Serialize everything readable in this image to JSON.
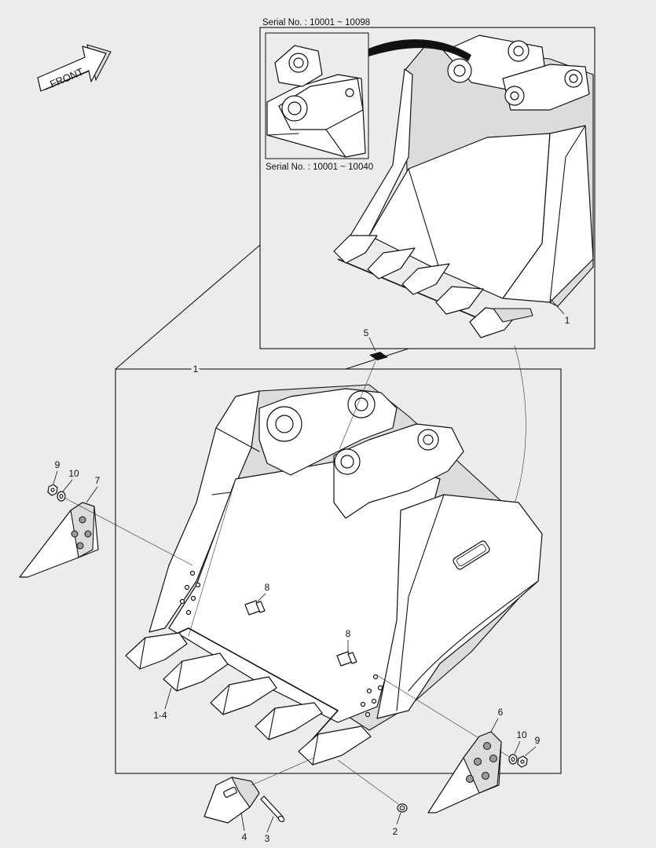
{
  "front_label": "FRONT",
  "serial_top": "Serial No. : 10001 ~ 10098",
  "serial_inset": "Serial No. : 10001 ~ 10040",
  "callouts": {
    "c1_top": "1",
    "c1_main": "1",
    "c5": "5",
    "c9_left": "9",
    "c10_left": "10",
    "c7": "7",
    "c8_left": "8",
    "c8_right": "8",
    "c1_4": "1-4",
    "c6": "6",
    "c10_right": "10",
    "c9_right": "9",
    "c4": "4",
    "c3": "3",
    "c2": "2"
  }
}
